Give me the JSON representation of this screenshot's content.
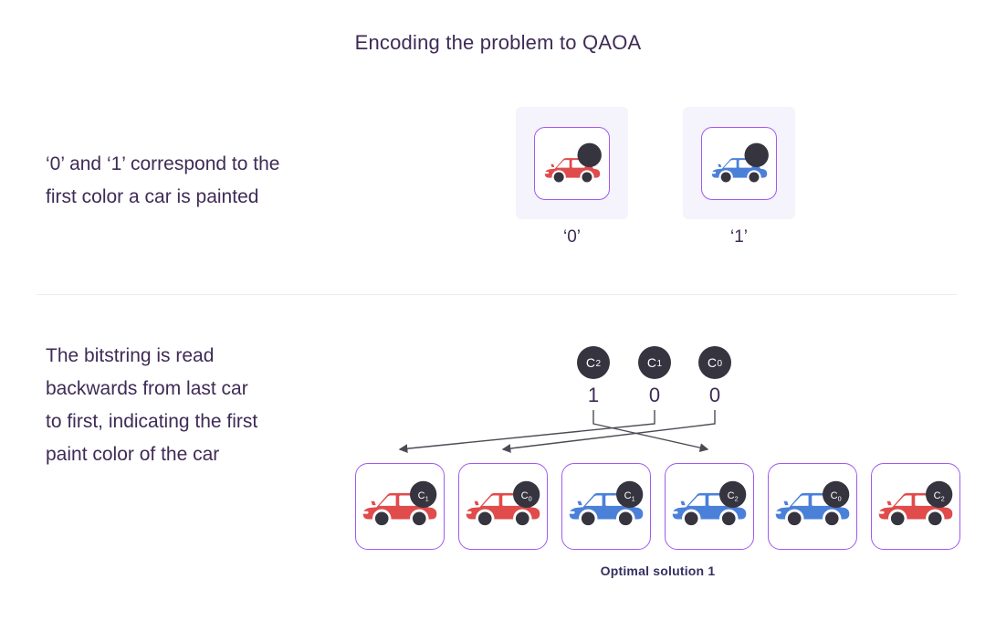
{
  "title": "Encoding the problem to QAOA",
  "section_encoding": {
    "description_lines": [
      "‘0’ and ‘1’ correspond to the",
      "first color a car is painted"
    ],
    "cards": [
      {
        "label": "‘0’",
        "car_color_name": "red",
        "car_hex": "#e04b4b"
      },
      {
        "label": "‘1’",
        "car_color_name": "blue",
        "car_hex": "#4b80d9"
      }
    ]
  },
  "section_bitstring": {
    "description_lines": [
      "The bitstring is read",
      "backwards from last car",
      "to first, indicating the first",
      "paint color of the car"
    ],
    "qubits": [
      {
        "label": "C",
        "subscript": "2",
        "bit": "1"
      },
      {
        "label": "C",
        "subscript": "1",
        "bit": "0"
      },
      {
        "label": "C",
        "subscript": "0",
        "bit": "0"
      }
    ],
    "arrows": [
      {
        "from_qubit": "C2",
        "to_car_index": 3
      },
      {
        "from_qubit": "C1",
        "to_car_index": 0
      },
      {
        "from_qubit": "C0",
        "to_car_index": 1
      }
    ],
    "cars": [
      {
        "badge_label": "C",
        "badge_subscript": "1",
        "car_color_name": "red",
        "car_hex": "#e04b4b"
      },
      {
        "badge_label": "C",
        "badge_subscript": "0",
        "car_color_name": "red",
        "car_hex": "#e04b4b"
      },
      {
        "badge_label": "C",
        "badge_subscript": "1",
        "car_color_name": "blue",
        "car_hex": "#4b80d9"
      },
      {
        "badge_label": "C",
        "badge_subscript": "2",
        "car_color_name": "blue",
        "car_hex": "#4b80d9"
      },
      {
        "badge_label": "C",
        "badge_subscript": "0",
        "car_color_name": "blue",
        "car_hex": "#4b80d9"
      },
      {
        "badge_label": "C",
        "badge_subscript": "2",
        "car_color_name": "red",
        "car_hex": "#e04b4b"
      }
    ],
    "caption": "Optimal solution 1"
  },
  "colors": {
    "text": "#3f2b56",
    "caption": "#34305f",
    "accent_purple": "#a05af0",
    "card_bg": "#f5f3fb",
    "badge_dark": "#35343f",
    "connector": "#4b4b55",
    "red_car": "#e04b4b",
    "blue_car": "#4b80d9"
  }
}
